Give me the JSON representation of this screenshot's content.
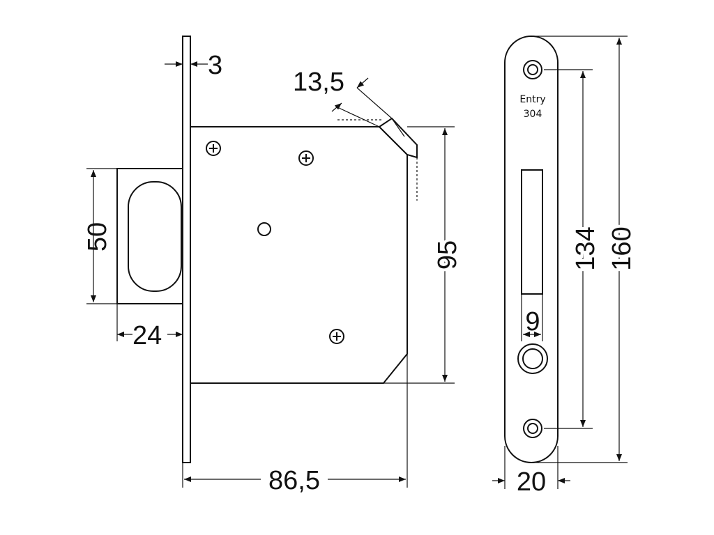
{
  "dimensions": {
    "faceplate_thickness": "3",
    "bolt_offset": "13,5",
    "latch_height": "50",
    "backset": "24",
    "case_height": "95",
    "overall_depth": "86,5",
    "slot_width": "9",
    "screw_spacing": "134",
    "plate_height": "160",
    "plate_width": "20"
  },
  "plate_marking": {
    "line1": "Entry",
    "line2": "304"
  }
}
